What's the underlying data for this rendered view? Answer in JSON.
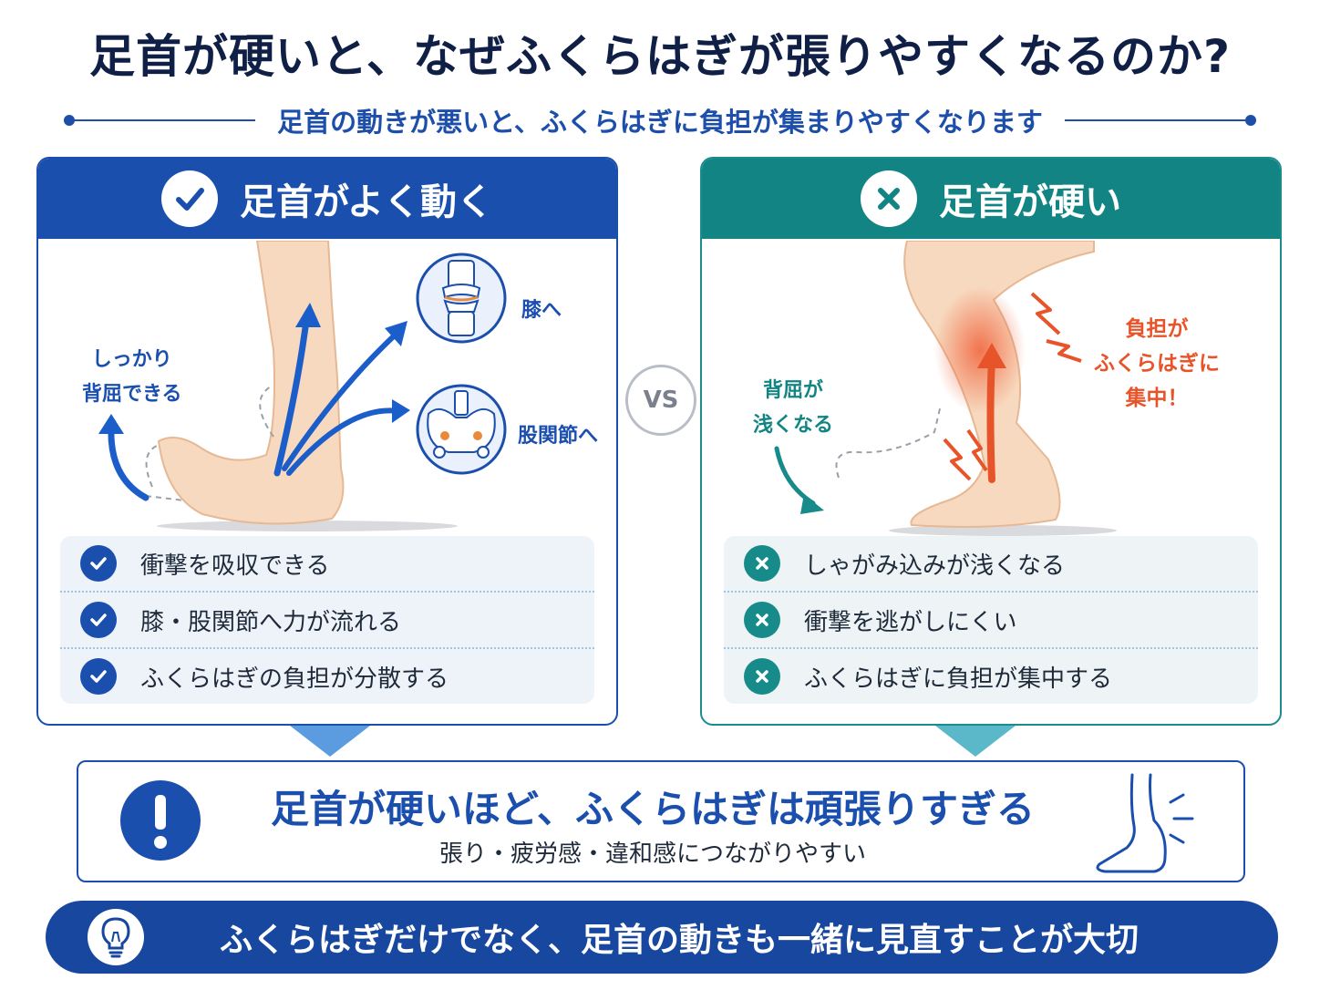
{
  "title": "足首が硬いと、なぜふくらはぎが張りやすくなるのか?",
  "subtitle": "足首の動きが悪いと、ふくらはぎに負担が集まりやすくなります",
  "vs": "VS",
  "left_panel": {
    "header": "足首がよく動く",
    "illustration": {
      "dorsiflexion_label_1": "しっかり",
      "dorsiflexion_label_2": "背屈できる",
      "knee_label": "膝へ",
      "hip_label": "股関節へ"
    },
    "items": [
      "衝撃を吸収できる",
      "膝・股関節へ力が流れる",
      "ふくらはぎの負担が分散する"
    ]
  },
  "right_panel": {
    "header": "足首が硬い",
    "illustration": {
      "dorsiflexion_label_1": "背屈が",
      "dorsiflexion_label_2": "浅くなる",
      "load_label_1": "負担が",
      "load_label_2": "ふくらはぎに",
      "load_label_3": "集中！"
    },
    "items": [
      "しゃがみ込みが浅くなる",
      "衝撃を逃がしにくい",
      "ふくらはぎに負担が集中する"
    ]
  },
  "conclusion": {
    "main": "足首が硬いほど、ふくらはぎは頑張りすぎる",
    "sub": "張り・疲労感・違和感につながりやすい"
  },
  "bottom_banner": "ふくらはぎだけでなく、足首の動きも一緒に見直すことが大切",
  "colors": {
    "navy": "#0f1f45",
    "blue": "#1b4fae",
    "teal": "#138484",
    "orange": "#e8542a",
    "skin": "#f7d9bf"
  },
  "icons": {
    "check": "check-icon",
    "cross": "x-icon",
    "exclamation": "exclamation-icon",
    "bulb": "lightbulb-icon",
    "knee": "knee-joint-icon",
    "hip": "pelvis-icon",
    "foot_pain": "foot-pain-icon"
  }
}
